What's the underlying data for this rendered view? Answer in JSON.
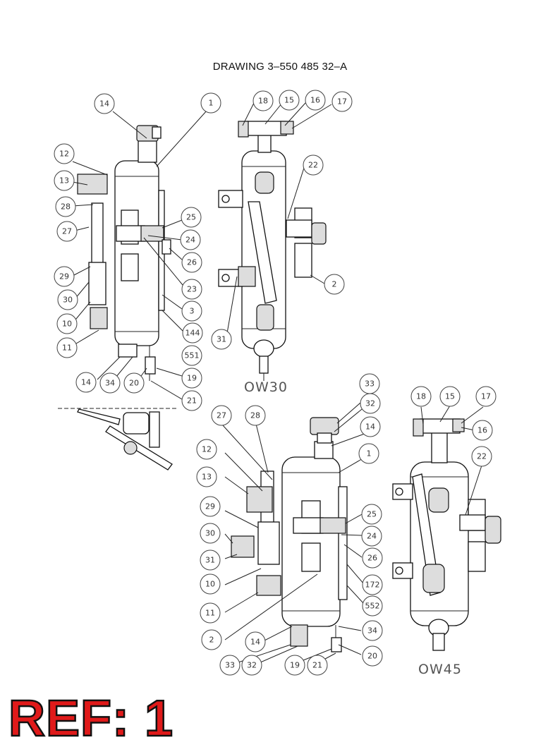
{
  "drawing_title": "DRAWING  3–550 485 32–A",
  "ref_label": "REF: 1",
  "model_labels": {
    "ow30": "OW30",
    "ow45": "OW45"
  },
  "callouts": [
    {
      "label": "14"
    },
    {
      "label": "1"
    },
    {
      "label": "18"
    },
    {
      "label": "15"
    },
    {
      "label": "16"
    },
    {
      "label": "17"
    },
    {
      "label": "12"
    },
    {
      "label": "13"
    },
    {
      "label": "28"
    },
    {
      "label": "27"
    },
    {
      "label": "25"
    },
    {
      "label": "24"
    },
    {
      "label": "26"
    },
    {
      "label": "29"
    },
    {
      "label": "30"
    },
    {
      "label": "23"
    },
    {
      "label": "3"
    },
    {
      "label": "10"
    },
    {
      "label": "144"
    },
    {
      "label": "11"
    },
    {
      "label": "551"
    },
    {
      "label": "19"
    },
    {
      "label": "14"
    },
    {
      "label": "34"
    },
    {
      "label": "20"
    },
    {
      "label": "21"
    },
    {
      "label": "22"
    },
    {
      "label": "2"
    },
    {
      "label": "31"
    },
    {
      "label": "33"
    },
    {
      "label": "32"
    },
    {
      "label": "27"
    },
    {
      "label": "28"
    },
    {
      "label": "14"
    },
    {
      "label": "1"
    },
    {
      "label": "12"
    },
    {
      "label": "13"
    },
    {
      "label": "25"
    },
    {
      "label": "29"
    },
    {
      "label": "24"
    },
    {
      "label": "30"
    },
    {
      "label": "26"
    },
    {
      "label": "31"
    },
    {
      "label": "10"
    },
    {
      "label": "172"
    },
    {
      "label": "11"
    },
    {
      "label": "552"
    },
    {
      "label": "2"
    },
    {
      "label": "14"
    },
    {
      "label": "34"
    },
    {
      "label": "20"
    },
    {
      "label": "33"
    },
    {
      "label": "32"
    },
    {
      "label": "19"
    },
    {
      "label": "21"
    },
    {
      "label": "18"
    },
    {
      "label": "15"
    },
    {
      "label": "17"
    },
    {
      "label": "16"
    },
    {
      "label": "22"
    }
  ]
}
